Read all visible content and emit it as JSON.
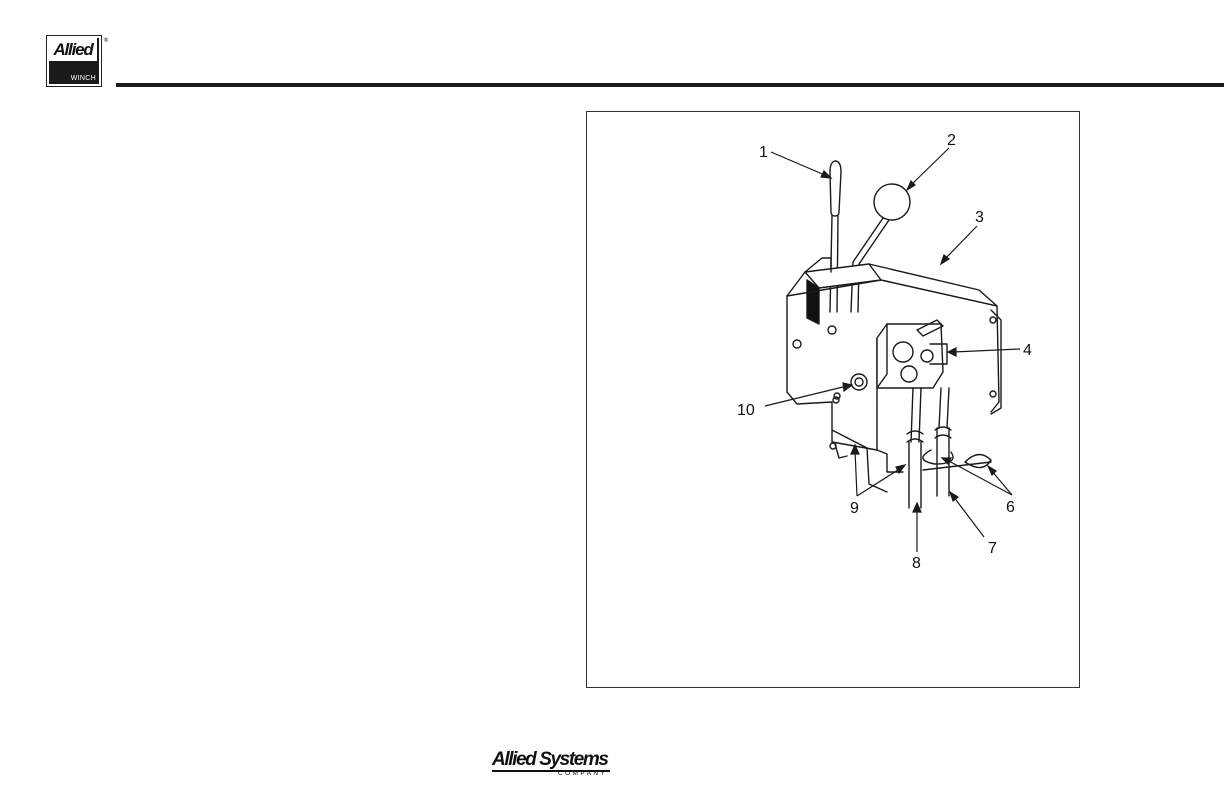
{
  "header": {
    "logo_word": "Allied",
    "logo_sub": "WINCH",
    "logo_reg": "®"
  },
  "figure": {
    "callouts": {
      "c1": "1",
      "c2": "2",
      "c3": "3",
      "c4": "4",
      "c5": "6",
      "c6": "7",
      "c7": "8",
      "c8": "9",
      "c9": "10"
    }
  },
  "footer": {
    "logo_main": "Allied Systems",
    "logo_sub": "COMPANY"
  }
}
